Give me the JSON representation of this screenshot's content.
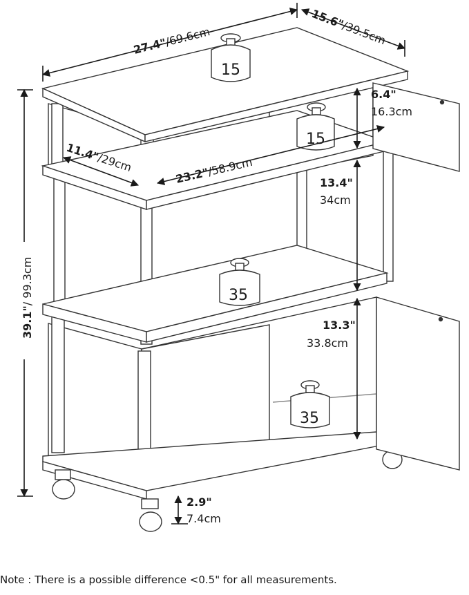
{
  "dimensions": {
    "width": {
      "inch": "27.4\"",
      "cm": "/69.6cm"
    },
    "depth": {
      "inch": "15.6\"",
      "cm": "/39.5cm"
    },
    "inner_depth": {
      "inch": "11.4\"",
      "cm": "/29cm"
    },
    "inner_width": {
      "inch": "23.2\"",
      "cm": "/58.9cm"
    },
    "top_gap": {
      "inch": "6.4\"",
      "cm": "16.3cm"
    },
    "middle_gap": {
      "inch": "13.4\"",
      "cm": "34cm"
    },
    "lower_gap": {
      "inch": "13.3\"",
      "cm": "33.8cm"
    },
    "clearance": {
      "inch": "2.9\"",
      "cm": "7.4cm"
    },
    "height": {
      "inch": "39.1\"",
      "cm": "/ 99.3cm"
    }
  },
  "weights": {
    "top": "15",
    "drawer": "15",
    "middle_shelf": "35",
    "bottom_shelf": "35"
  },
  "note": "Note : There is a possible difference <0.5\" for all measurements."
}
